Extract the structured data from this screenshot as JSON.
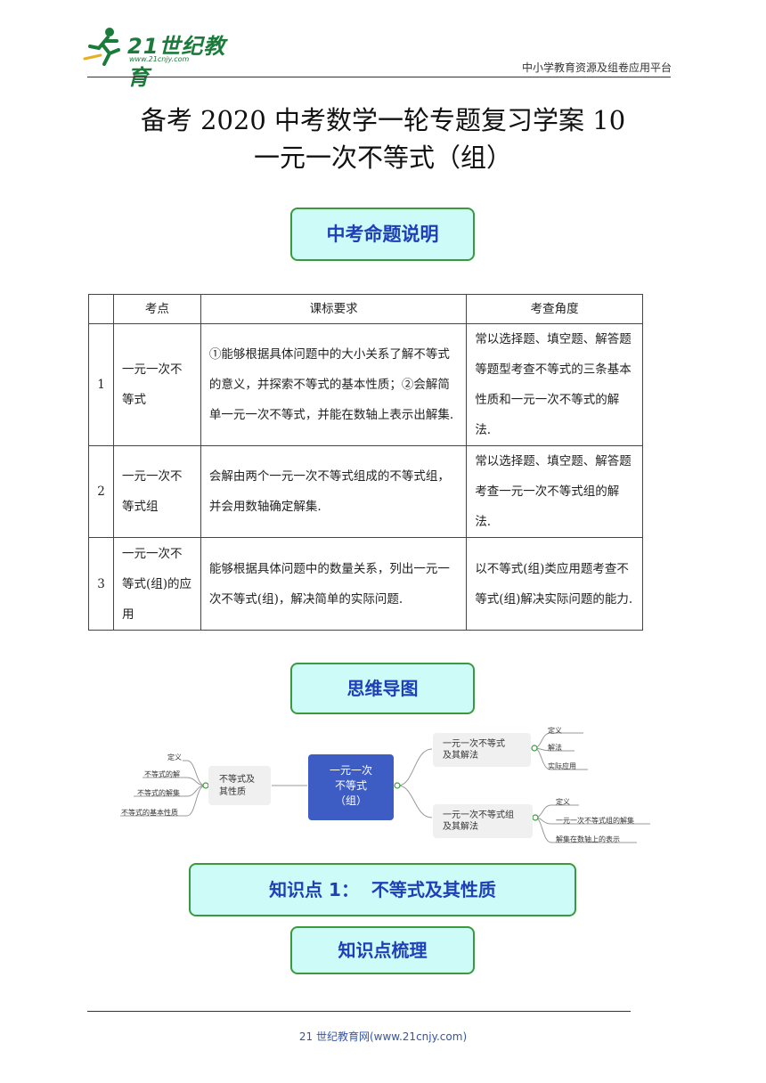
{
  "header": {
    "logo_text": "21世纪教育",
    "logo_url": "www.21cnjy.com",
    "platform": "中小学教育资源及组卷应用平台"
  },
  "title": {
    "line1": "备考 2020 中考数学一轮专题复习学案 10",
    "line2": "一元一次不等式（组）"
  },
  "sections": {
    "exam_desc": "中考命题说明",
    "mind_map": "思维导图",
    "knowledge_point": "知识点 1：  不等式及其性质",
    "knowledge_review": "知识点梳理"
  },
  "table": {
    "headers": [
      "",
      "考点",
      "课标要求",
      "考查角度"
    ],
    "rows": [
      {
        "num": "1",
        "topic": "一元一次不等式",
        "requirement": "①能够根据具体问题中的大小关系了解不等式的意义，并探索不等式的基本性质；②会解简单一元一次不等式，并能在数轴上表示出解集.",
        "angle": "常以选择题、填空题、解答题等题型考查不等式的三条基本性质和一元一次不等式的解法."
      },
      {
        "num": "2",
        "topic": "一元一次不等式组",
        "requirement": "会解由两个一元一次不等式组成的不等式组，并会用数轴确定解集.",
        "angle": "常以选择题、填空题、解答题考查一元一次不等式组的解法."
      },
      {
        "num": "3",
        "topic": "一元一次不等式(组)的应用",
        "requirement": "能够根据具体问题中的数量关系，列出一元一次不等式(组)，解决简单的实际问题.",
        "angle": "以不等式(组)类应用题考查不等式(组)解决实际问题的能力."
      }
    ]
  },
  "mindmap": {
    "center": [
      "一元一次",
      "不等式",
      "（组）"
    ],
    "left_node": [
      "不等式及",
      "其性质"
    ],
    "left_leaves": [
      "定义",
      "不等式的解",
      "不等式的解集",
      "不等式的基本性质"
    ],
    "right_top": [
      "一元一次不等式",
      "及其解法"
    ],
    "right_top_leaves": [
      "定义",
      "解法",
      "实际应用"
    ],
    "right_bottom": [
      "一元一次不等式组",
      "及其解法"
    ],
    "right_bottom_leaves": [
      "定义",
      "一元一次不等式组的解集",
      "解集在数轴上的表示"
    ]
  },
  "footer": "21 世纪教育网(www.21cnjy.com)",
  "colors": {
    "section_bg": "#ccfbf8",
    "section_border": "#3a9a3c",
    "section_text": "#1f3fb8",
    "center_node": "#3d5cc4"
  }
}
